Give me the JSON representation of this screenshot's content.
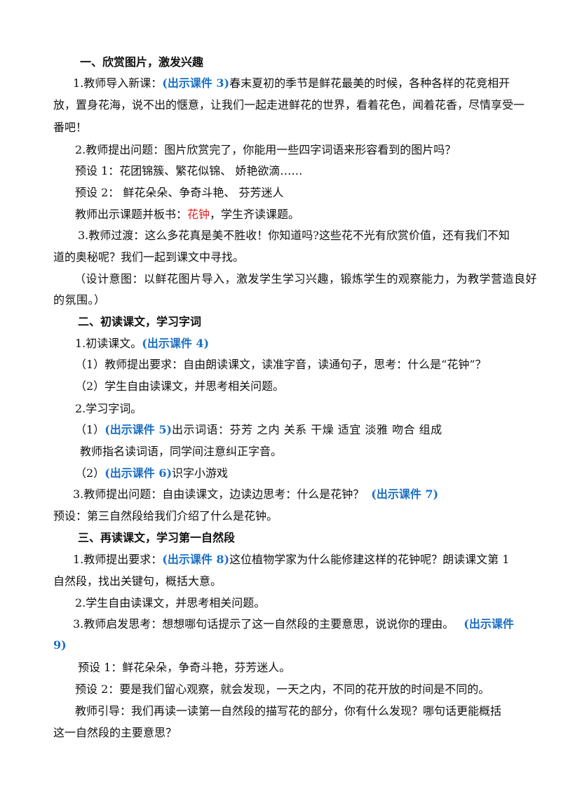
{
  "sections": {
    "s1": {
      "heading": "一、欣赏图片，激发兴趣",
      "p1": {
        "a": "1.教师导入新课：",
        "ref": "(出示课件 3)",
        "b": "春末夏初的季节是鲜花最美的时候，各种各样的花竞相开"
      },
      "p1_l2": "放，置身花海，说不出的惬意，让我们一起走进鲜花的世界，看着花色，闻着花香，尽情享受一",
      "p1_l3": "番吧！",
      "p2": "2.教师提出问题：图片欣赏完了，你能用一些四字词语来形容看到的图片吗？",
      "preset1": "预设 1：花团锦簇、繁花似锦、 娇艳欲滴……",
      "preset2": "预设 2： 鲜花朵朵、争奇斗艳、 芬芳迷人",
      "board": {
        "a": "教师出示课题并板书：",
        "title": "花钟",
        "b": "，学生齐读课题。"
      },
      "p3": "3.教师过渡：这么多花真是美不胜收！你知道吗?这些花不光有欣赏价值，还有我们不知",
      "p3_l2": "道的奥秘呢？我们一起到课文中寻找。",
      "design": "（设计意图：以鲜花图片导入，激发学生学习兴趣，锻炼学生的观察能力，为教学营造良好",
      "design_l2": "的氛围。）"
    },
    "s2": {
      "heading": "二、初读课文，学习字词",
      "p1": {
        "a": "1.初读课文。",
        "ref": "(出示课件 4)"
      },
      "q1": "（1）教师提出要求：自由朗读课文，读准字音，读通句子，思考：什么是“花钟”？",
      "q2": "（2）学生自由读课文，并思考相关问题。",
      "p2": "2.学习字词。",
      "w1": {
        "a": "（1）",
        "ref": "(出示课件 5)",
        "b": "出示词语：芬芳   之内   关系   干燥   适宜   淡雅   吻合   组成"
      },
      "w1_l2": "教师指名读词语，同学间注意纠正字音。",
      "w2": {
        "a": "（2）",
        "ref": "(出示课件 6)",
        "b": "识字小游戏"
      },
      "p3": {
        "a": "3.教师提出问题：自由读课文，边读边思考：什么是花钟？",
        "ref": "(出示课件 7)"
      },
      "preset": "预设：第三自然段给我们介绍了什么是花钟。"
    },
    "s3": {
      "heading": "三、再读课文，学习第一自然段",
      "p1": {
        "a": "1.教师提出要求：",
        "ref": "(出示课件 8)",
        "b": "这位植物学家为什么能修建这样的花钟呢？朗读课文第 1"
      },
      "p1_l2": "自然段，找出关键句，概括大意。",
      "p2": "2.学生自由读课文，并思考相关问题。",
      "p3": {
        "a": "3.教师启发思考：想想哪句话提示了这一自然段的主要意思，说说你的理由。",
        "ref": "(出示课件"
      },
      "p3_l2": "9)",
      "preset1": "预设 1：鲜花朵朵，争奇斗艳，芬芳迷人。",
      "preset2": "预设 2：要是我们留心观察，就会发现，一天之内，不同的花开放的时间是不同的。",
      "guide": "教师引导：我们再读一读第一自然段的描写花的部分，你有什么发现？哪句话更能概括",
      "guide_l2": "这一自然段的主要意思？"
    }
  },
  "colors": {
    "reference": "#1a6fc4",
    "highlight": "#e02020",
    "text": "#111111"
  }
}
